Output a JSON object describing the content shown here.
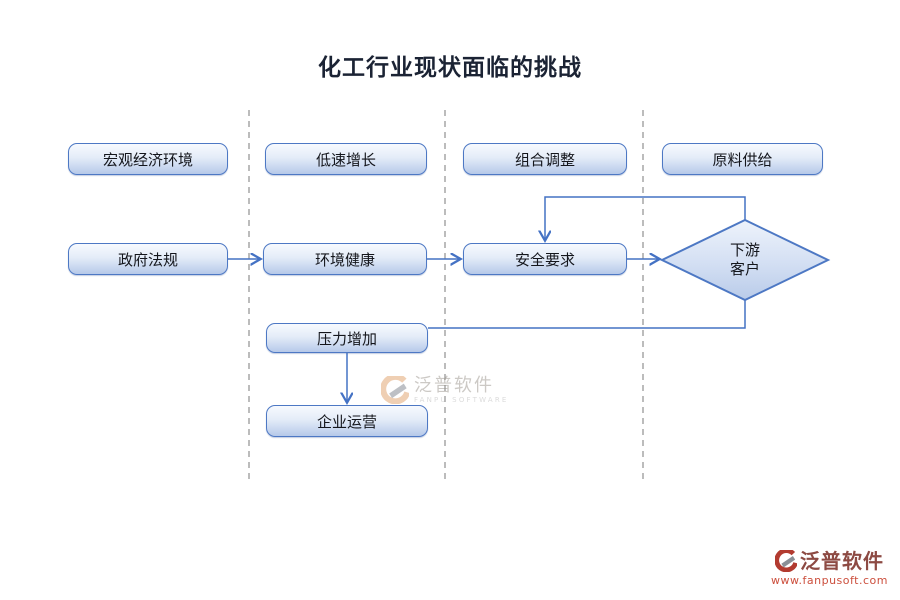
{
  "title": "化工行业现状面临的挑战",
  "nodes": {
    "macro_economy": {
      "label": "宏观经济环境"
    },
    "low_growth": {
      "label": "低速增长"
    },
    "portfolio_adjustment": {
      "label": "组合调整"
    },
    "raw_material_supply": {
      "label": "原料供给"
    },
    "government_regulation": {
      "label": "政府法规"
    },
    "environment_health": {
      "label": "环境健康"
    },
    "safety_requirement": {
      "label": "安全要求"
    },
    "downstream_customer": {
      "line1": "下游",
      "line2": "客户"
    },
    "pressure_increase": {
      "label": "压力增加"
    },
    "enterprise_operation": {
      "label": "企业运营"
    }
  },
  "edges": [
    {
      "from": "政府法规",
      "to": "环境健康",
      "type": "arrow"
    },
    {
      "from": "环境健康",
      "to": "安全要求",
      "type": "arrow"
    },
    {
      "from": "安全要求",
      "to": "下游客户",
      "type": "arrow"
    },
    {
      "from": "下游客户",
      "to": "安全要求",
      "type": "feedback-arrow"
    },
    {
      "from": "下游客户",
      "to": "压力增加",
      "type": "line"
    },
    {
      "from": "压力增加",
      "to": "企业运营",
      "type": "arrow"
    }
  ],
  "watermarks": {
    "center": {
      "brand": "泛普软件",
      "sub": "FANPU SOFTWARE"
    },
    "corner": {
      "brand": "泛普软件",
      "url": "www.fanpusoft.com"
    }
  },
  "colors": {
    "box_border": "#4d78c4",
    "box_fill_top": "#f7fafe",
    "box_fill_bottom": "#b6c9e9",
    "connector": "#4472c4",
    "dashed_line": "#8f8f8f",
    "title_text": "#1b2334",
    "watermark_corner_brand": "#8d4a43",
    "watermark_corner_url": "#cc4f3d"
  }
}
